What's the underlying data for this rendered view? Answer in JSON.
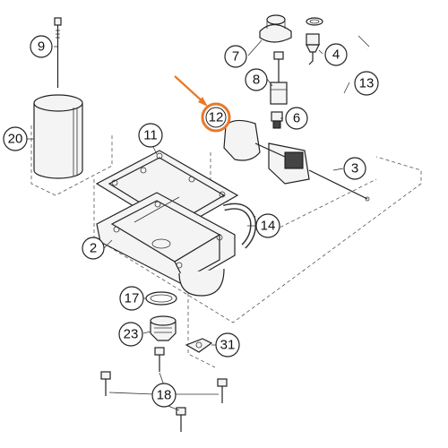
{
  "callouts": {
    "c9": "9",
    "c7": "7",
    "c4": "4",
    "c8": "8",
    "c13": "13",
    "c12": "12",
    "c6": "6",
    "c20": "20",
    "c11": "11",
    "c3": "3",
    "c14": "14",
    "c2": "2",
    "c17": "17",
    "c23": "23",
    "c31": "31",
    "c18": "18"
  },
  "colors": {
    "highlight": "#e8782a",
    "ink": "#222222"
  }
}
